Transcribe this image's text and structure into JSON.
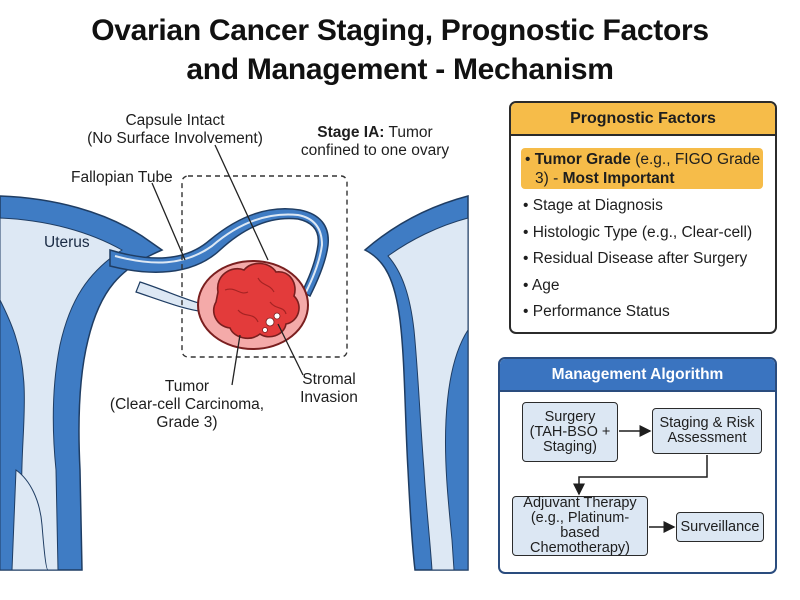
{
  "title": {
    "line1": "Ovarian Cancer Staging, Prognostic Factors",
    "line2": "and Management - Mechanism"
  },
  "anatomy": {
    "capsule_line1": "Capsule Intact",
    "capsule_line2": "(No Surface Involvement)",
    "stage_bold": "Stage IA:",
    "stage_rest": " Tumor",
    "stage_line2": "confined to one ovary",
    "fallopian": "Fallopian Tube",
    "uterus": "Uterus",
    "tumor_line1": "Tumor",
    "tumor_line2": "(Clear-cell Carcinoma,",
    "tumor_line3": "Grade 3)",
    "stromal_line1": "Stromal",
    "stromal_line2": "Invasion"
  },
  "prognostic": {
    "header": "Prognostic Factors",
    "highlight": {
      "bold": "Tumor Grade",
      "normal": " (e.g., FIGO Grade",
      "line2_normal": "3) - ",
      "line2_bold": "Most Important"
    },
    "items": [
      "Stage at Diagnosis",
      "Histologic Type (e.g., Clear-cell)",
      "Residual Disease after Surgery",
      "Age",
      "Performance Status"
    ]
  },
  "management": {
    "header": "Management Algorithm",
    "surgery_l1": "Surgery",
    "surgery_l2": "(TAH-BSO +",
    "surgery_l3": "Staging)",
    "staging_l1": "Staging & Risk",
    "staging_l2": "Assessment",
    "adjuvant_l1": "Adjuvant Therapy",
    "adjuvant_l2": "(e.g., Platinum-based",
    "adjuvant_l3": "Chemotherapy)",
    "surveillance": "Surveillance"
  },
  "colors": {
    "uterus_blue": "#3f7cc4",
    "uterus_light": "#dde8f4",
    "tumor_red": "#e33b3b",
    "tumor_pink": "#f4aaa9",
    "prog_accent": "#f6bc49",
    "mgmt_accent": "#3a74c0"
  }
}
